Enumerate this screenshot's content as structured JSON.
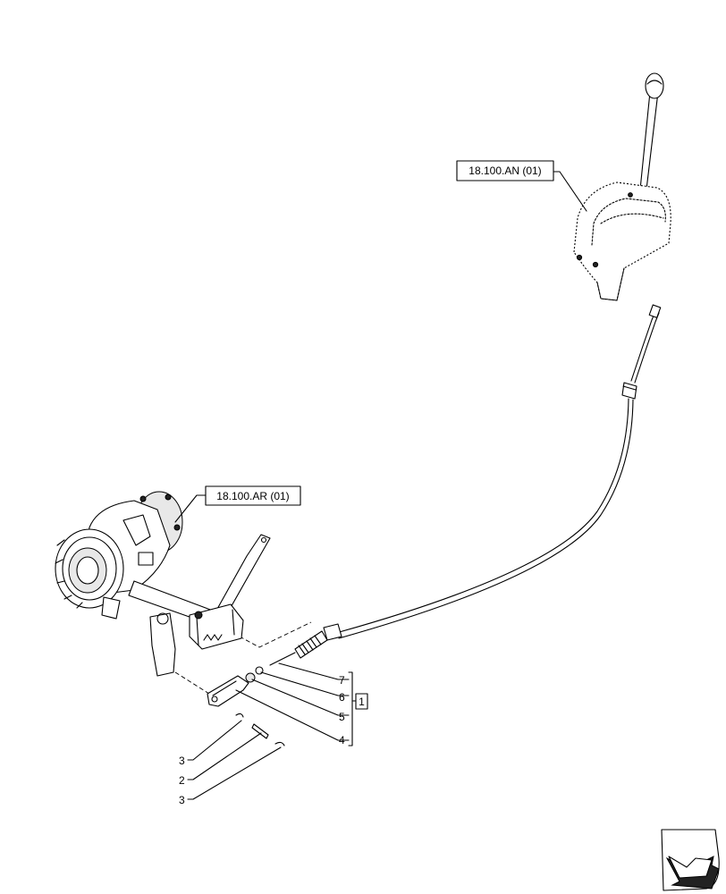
{
  "references": {
    "lever_ref": "18.100.AN (01)",
    "housing_ref": "18.100.AR (01)"
  },
  "callouts": {
    "item7": "7",
    "item6": "6",
    "item5": "5",
    "item4": "4",
    "item3a": "3",
    "item2": "2",
    "item3b": "3",
    "group": "1"
  },
  "nav_icon": "next-page-arrow-icon"
}
